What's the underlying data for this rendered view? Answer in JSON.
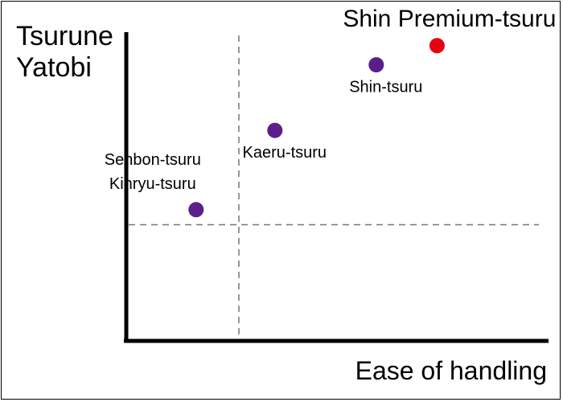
{
  "chart_data": {
    "type": "scatter",
    "title": "",
    "xlabel": "Ease of handling",
    "ylabel": [
      "Tsurune",
      "Yatobi"
    ],
    "xlim": [
      0,
      10
    ],
    "ylim": [
      0,
      10
    ],
    "grid": false,
    "reference_lines": {
      "x": 2.5,
      "y": 4.25
    },
    "points": [
      {
        "name": "Senbon-tsuru\nKinryu-tsuru",
        "x": 1.55,
        "y": 4.8,
        "color": "#5b1f8c",
        "label_pos": "above"
      },
      {
        "name": "Kaeru-tsuru",
        "x": 3.3,
        "y": 7.7,
        "color": "#5b1f8c",
        "label_pos": "below"
      },
      {
        "name": "Shin-tsuru",
        "x": 5.55,
        "y": 10.1,
        "color": "#5b1f8c",
        "label_pos": "below"
      },
      {
        "name": "Shin Premium-tsuru",
        "x": 6.9,
        "y": 10.8,
        "color": "#e60012",
        "label_pos": "top-right",
        "highlight": true
      }
    ]
  }
}
